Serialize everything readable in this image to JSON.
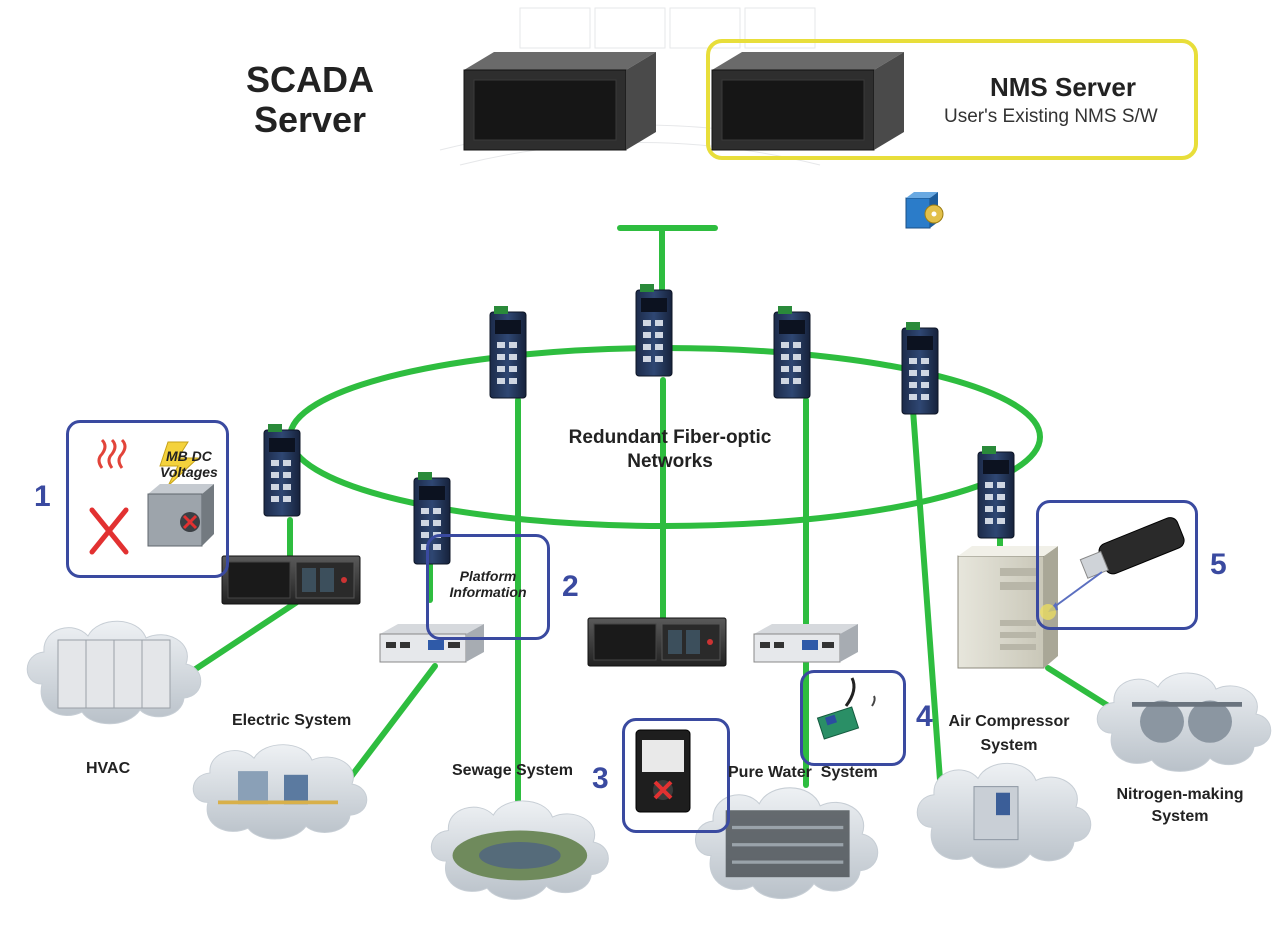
{
  "colors": {
    "network_line": "#2ebd3f",
    "callout_blue": "#3a4aa0",
    "nms_highlight": "#e8de3a",
    "text_dark": "#222222",
    "number_blue": "#3a4aa0"
  },
  "servers": {
    "scada_line1": "SCADA",
    "scada_line2": "Server",
    "nms_title": "NMS Server",
    "nms_subtitle": "User's Existing NMS S/W"
  },
  "network": {
    "ring_label_line1": "Redundant Fiber-optic",
    "ring_label_line2": "Networks"
  },
  "callouts": [
    {
      "number": "1",
      "text_line1": "MB DC",
      "text_line2": "Voltages"
    },
    {
      "number": "2",
      "text_line1": "Platform",
      "text_line2": "Information"
    },
    {
      "number": "3"
    },
    {
      "number": "4"
    },
    {
      "number": "5"
    }
  ],
  "systems": {
    "hvac": "HVAC",
    "electric": "Electric System",
    "sewage": "Sewage System",
    "pure_water": "Pure Water  System",
    "air_line1": "Air Compressor",
    "air_line2": "System",
    "nitrogen_line1": "Nitrogen-making",
    "nitrogen_line2": "System"
  },
  "icons": {
    "switch": "industrial-ethernet-switch-icon",
    "rack_server": "rack-server-icon",
    "box_pc": "box-pc-icon",
    "tower_pc": "tower-pc-icon",
    "software_box": "software-box-icon",
    "heat": "heat-waves-icon",
    "power_supply": "power-supply-icon",
    "fail": "red-x-icon",
    "hdd": "hard-disk-icon",
    "sensor": "sensor-module-icon",
    "usb": "usb-dongle-icon"
  }
}
